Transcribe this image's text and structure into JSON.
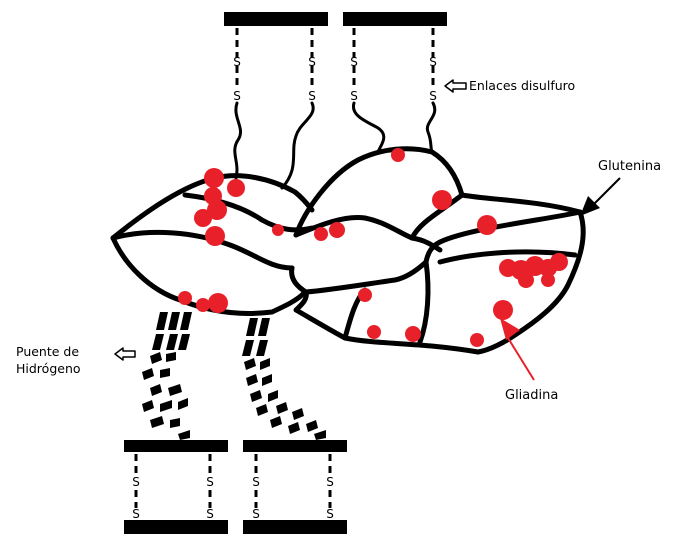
{
  "labels": {
    "disulfide_bonds": "Enlaces disulfuro",
    "glutenin": "Glutenina",
    "gliadin": "Gliadina",
    "hydrogen_bridge_line1": "Puente de",
    "hydrogen_bridge_line2": "Hidrógeno",
    "sulfur_symbol": "S"
  },
  "colors": {
    "ink": "#000000",
    "gliadin_red": "#e8202a",
    "background": "#ffffff"
  },
  "icons": [
    "hollow-arrow-left-icon",
    "solid-arrow-icon"
  ]
}
